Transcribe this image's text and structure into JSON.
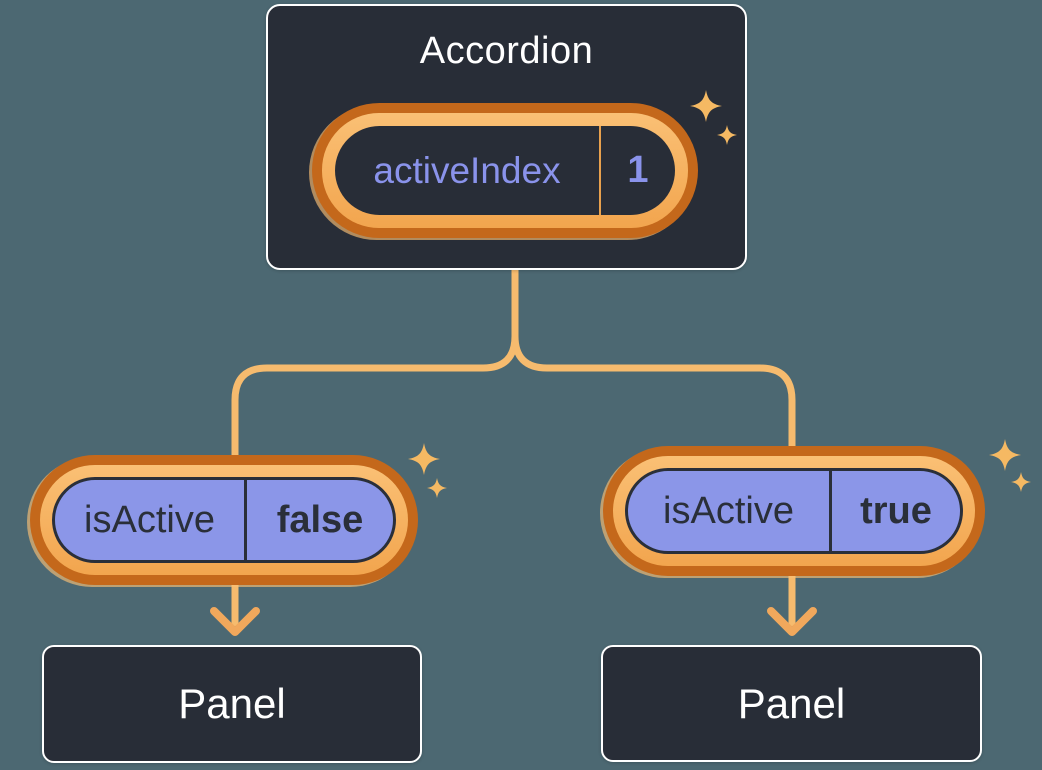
{
  "colors": {
    "background": "#4C6872",
    "node_fill": "#282D37",
    "node_border": "#FFFFFF",
    "text_light": "#FFFFFF",
    "ring_outer": "#C4681B",
    "band_light": "#FAC075",
    "band_dark": "#F2A54E",
    "pill_purple": "#8B96E8",
    "purple_text": "#8A93EB",
    "dark_text": "#2A2F39",
    "state_divider": "#E8A14E",
    "connector": "#F6BB6E",
    "arrow": "#F1A85C",
    "sparkle": "#F5B963"
  },
  "root": {
    "title": "Accordion",
    "state": {
      "label": "activeIndex",
      "value": "1"
    }
  },
  "children": [
    {
      "prop": {
        "label": "isActive",
        "value": "false"
      },
      "panel": "Panel"
    },
    {
      "prop": {
        "label": "isActive",
        "value": "true"
      },
      "panel": "Panel"
    }
  ]
}
